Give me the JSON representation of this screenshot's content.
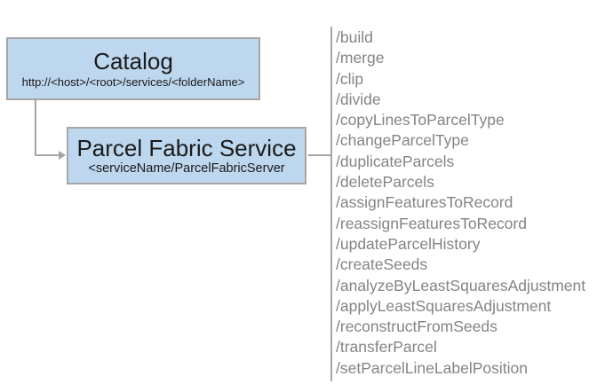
{
  "catalog": {
    "title": "Catalog",
    "subtitle": "http://<host>/<root>/services/<folderName>"
  },
  "service": {
    "title": "Parcel Fabric Service",
    "subtitle": "<serviceName/ParcelFabricServer"
  },
  "operations": [
    "/build",
    "/merge",
    "/clip",
    "/divide",
    "/copyLinesToParcelType",
    "/changeParcelType",
    "/duplicateParcels",
    "/deleteParcels",
    "/assignFeaturesToRecord",
    "/reassignFeaturesToRecord",
    "/updateParcelHistory",
    "/createSeeds",
    "/analyzeByLeastSquaresAdjustment",
    "/applyLeastSquaresAdjustment",
    "/reconstructFromSeeds",
    "/transferParcel",
    "/setParcelLineLabelPosition"
  ],
  "colors": {
    "box_fill": "#bdd7ee",
    "box_border": "#a6a6a6",
    "connector": "#a6a6a6",
    "title_text": "#1a1a1a",
    "operation_text": "#848484"
  }
}
